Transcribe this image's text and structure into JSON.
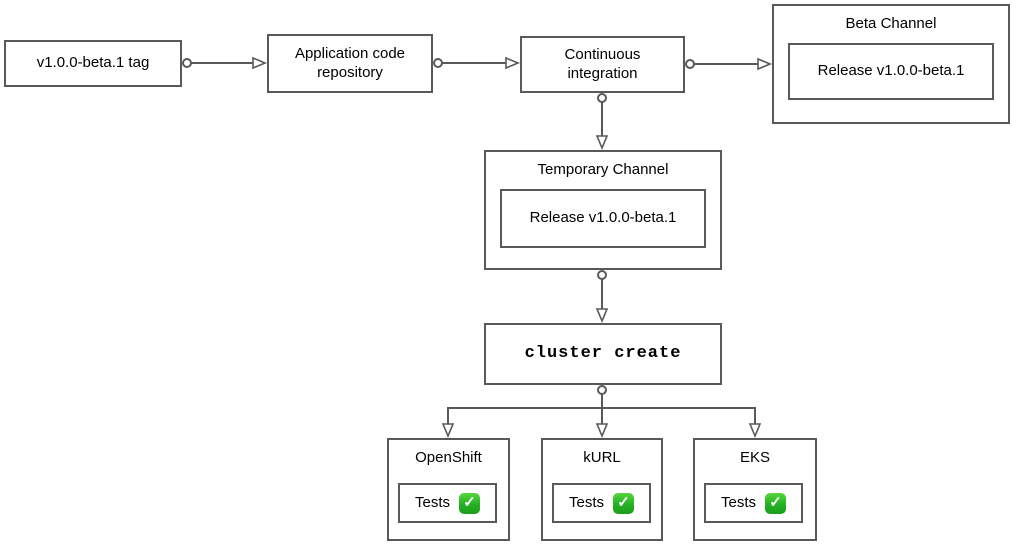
{
  "colors": {
    "stroke": "#595959",
    "text": "#000000",
    "node_fill": "#ffffff",
    "check_bg": "#24b024",
    "check_fg": "#ffffff"
  },
  "icons": {
    "check": "✓"
  },
  "nodes": {
    "tag": "v1.0.0-beta.1 tag",
    "repo": "Application code repository",
    "ci": "Continuous integration",
    "beta": {
      "title": "Beta Channel",
      "release": "Release v1.0.0-beta.1"
    },
    "temp": {
      "title": "Temporary Channel",
      "release": "Release v1.0.0-beta.1"
    },
    "cluster_create": "cluster create",
    "clusters": [
      {
        "title": "OpenShift",
        "tests": "Tests"
      },
      {
        "title": "kURL",
        "tests": "Tests"
      },
      {
        "title": "EKS",
        "tests": "Tests"
      }
    ]
  }
}
